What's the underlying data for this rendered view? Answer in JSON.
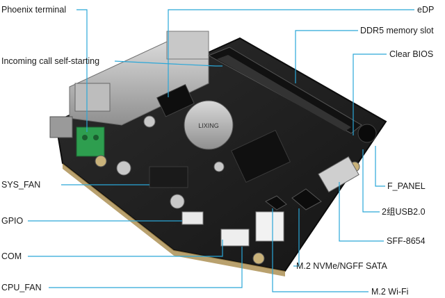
{
  "diagram": {
    "labels": {
      "phoenix_terminal": "Phoenix terminal",
      "incoming_call": "Incoming call self-starting",
      "sys_fan": "SYS_FAN",
      "gpio": "GPIO",
      "com": "COM",
      "cpu_fan": "CPU_FAN",
      "edp": "eDP",
      "ddr5": "DDR5 memory slot",
      "clear_bios": "Clear BIOS",
      "f_panel": "F_PANEL",
      "usb2": "2组USB2.0",
      "sff": "SFF-8654",
      "m2_nvme": "M.2 NVMe/NGFF SATA",
      "m2_wifi": "M.2 Wi-Fi"
    },
    "battery_text": "LIXING",
    "colors": {
      "leader_line": "#2aa7d8",
      "board": "#222222",
      "terminal": "#2e9e4f"
    }
  }
}
